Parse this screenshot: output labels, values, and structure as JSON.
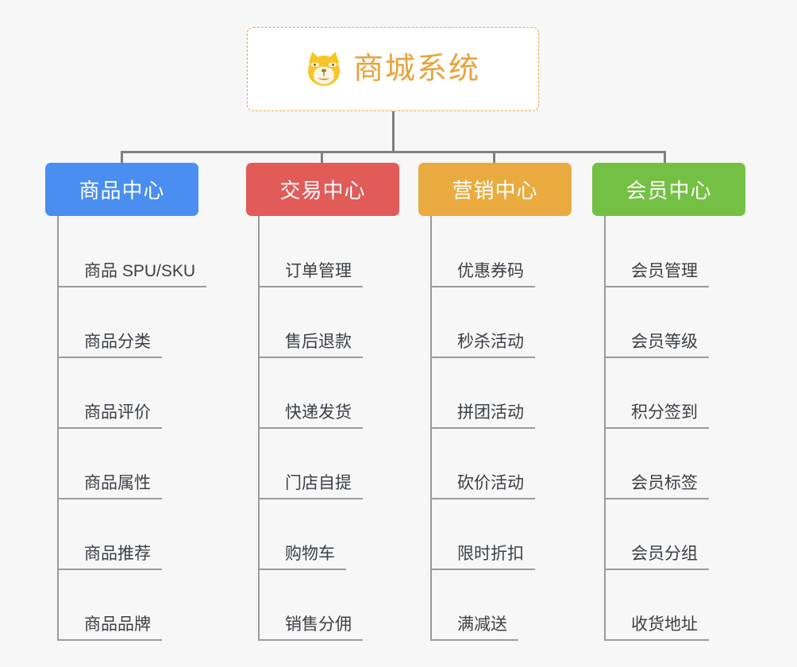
{
  "background_color": "#f7f7f7",
  "root": {
    "icon": "shiba-dog-face-icon",
    "title": "商城系统",
    "title_color": "#e8a33d",
    "border_color": "#e8a33d",
    "background": "#ffffff"
  },
  "columns": [
    {
      "id": "product-center",
      "title": "商品中心",
      "color": "#4a8ef1",
      "items": [
        "商品 SPU/SKU",
        "商品分类",
        "商品评价",
        "商品属性",
        "商品推荐",
        "商品品牌"
      ]
    },
    {
      "id": "trade-center",
      "title": "交易中心",
      "color": "#e15b58",
      "items": [
        "订单管理",
        "售后退款",
        "快递发货",
        "门店自提",
        "购物车",
        "销售分佣"
      ]
    },
    {
      "id": "marketing-center",
      "title": "营销中心",
      "color": "#e9ab3f",
      "items": [
        "优惠券码",
        "秒杀活动",
        "拼团活动",
        "砍价活动",
        "限时折扣",
        "满减送"
      ]
    },
    {
      "id": "member-center",
      "title": "会员中心",
      "color": "#74c044",
      "items": [
        "会员管理",
        "会员等级",
        "积分签到",
        "会员标签",
        "会员分组",
        "收货地址"
      ]
    }
  ],
  "connector_color": "#808080",
  "leaf_line_color": "#9a9a9a",
  "leaf_text_color": "#3b3f44"
}
